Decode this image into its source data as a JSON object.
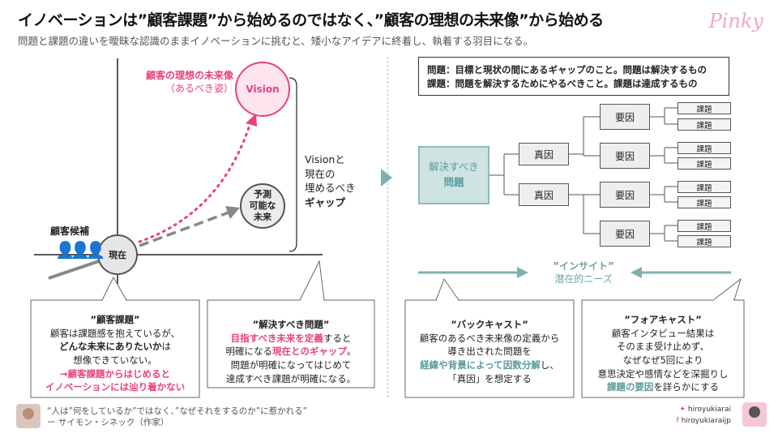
{
  "title": "イノベーションは”顧客課題”から始めるのではなく、”顧客の理想の未来像”から始める",
  "subtitle": "問題と課題の違いを曖昧な認識のままイノベーションに挑むと、矮小なアイデアに終着し、執着する羽目になる。",
  "logo": "Pinky",
  "left_diagram": {
    "vision_label": "顧客の理想の未来像",
    "vision_sub": "（あるべき姿）",
    "vision_circle": "Vision",
    "yosoku_line1": "予測",
    "yosoku_line2": "可能な",
    "yosoku_line3": "未来",
    "genzai": "現在",
    "kokyaku_kouho": "顧客候補",
    "gap_line1": "Visionと",
    "gap_line2": "現在の",
    "gap_line3": "埋めるべき",
    "gap_line4": "ギャップ"
  },
  "box_kokyaku_kadai": {
    "heading": "”顧客課題”",
    "line1": "顧客は課題感を抱えているが、",
    "line2_bold": "どんな未来にありたいか",
    "line2_rest": "は",
    "line3": "想像できていない。",
    "line4": "→顧客課題からはじめると",
    "line5": "イノベーションには辿り着かない"
  },
  "box_kaiketsu": {
    "heading": "”解決すべき問題”",
    "line1_pink": "目指すべき未来を定義",
    "line1_rest": "すると",
    "line2_a": "明確になる",
    "line2_pink": "現在とのギャップ",
    "line2_end": "。",
    "line3": "問題が明確になってはじめて",
    "line4": "達成すべき課題が明確になる。"
  },
  "definitions": {
    "line1": "問題：目標と現状の間にあるギャップのこと。問題は解決するもの",
    "line2": "課題：問題を解決するためにやるべきこと。課題は達成するもの"
  },
  "tree": {
    "root_line1": "解決すべき",
    "root_line2": "問題",
    "shinin": [
      "真因",
      "真因"
    ],
    "youin": [
      "要因",
      "要因",
      "要因",
      "要因"
    ],
    "kadai": [
      "課題",
      "課題",
      "課題",
      "課題",
      "課題",
      "課題",
      "課題",
      "課題"
    ]
  },
  "insight": {
    "title": "”インサイト”",
    "sub": "潜在的ニーズ"
  },
  "box_backcast": {
    "heading": "”バックキャスト”",
    "line1": "顧客のあるべき未来像の定義から",
    "line2": "導き出された問題を",
    "line3_teal": "経緯や背景によって因数分解",
    "line3_rest": "し、",
    "line4": "「真因」を想定する"
  },
  "box_forecast": {
    "heading": "”フォアキャスト”",
    "line1": "顧客インタビュー結果は",
    "line2": "そのまま受け止めず、",
    "line3": "なぜなぜ5回により",
    "line4": "意思決定や感情などを深掘りし",
    "line5_teal": "課題の要因",
    "line5_rest": "を詳らかにする"
  },
  "footer": {
    "quote": "“人は”何をしているか”ではなく、”なぜそれをするのか”に惹かれる”",
    "author": "ー サイモン・シネック（作家）",
    "twitter": "hiroyukiarai",
    "facebook": "hiroyukiaraijp"
  },
  "colors": {
    "accent_pink": "#e8417f",
    "accent_teal": "#5b9a9a"
  }
}
